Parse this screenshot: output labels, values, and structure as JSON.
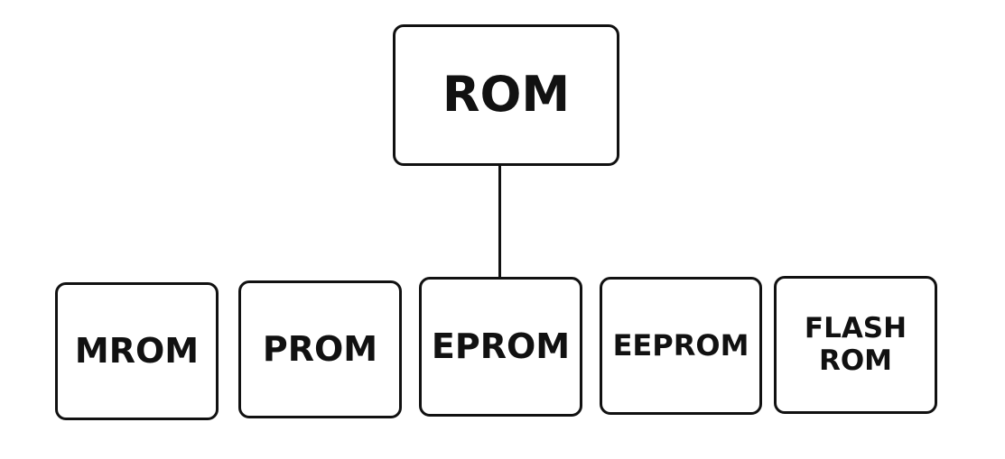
{
  "root": {
    "label": "ROM"
  },
  "children": [
    {
      "label": "MROM"
    },
    {
      "label": "PROM"
    },
    {
      "label": "EPROM"
    },
    {
      "label": "EEPROM"
    },
    {
      "label_line1": "FLASH",
      "label_line2": "ROM"
    }
  ]
}
